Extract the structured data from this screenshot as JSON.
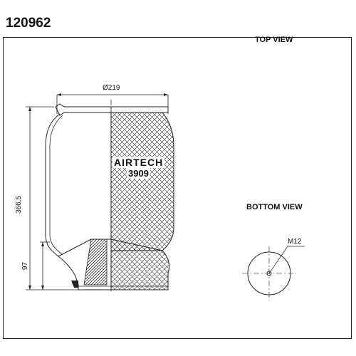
{
  "header": {
    "part_number": "120962"
  },
  "views": {
    "top": "TOP VIEW",
    "bottom": "BOTTOM VIEW"
  },
  "product": {
    "brand": "AIRTECH",
    "model": "3909"
  },
  "dimensions": {
    "diameter": "Ø219",
    "height": "366,5",
    "lower_height": "97",
    "thread": "M12"
  },
  "colors": {
    "line": "#222222",
    "background": "#ffffff"
  }
}
